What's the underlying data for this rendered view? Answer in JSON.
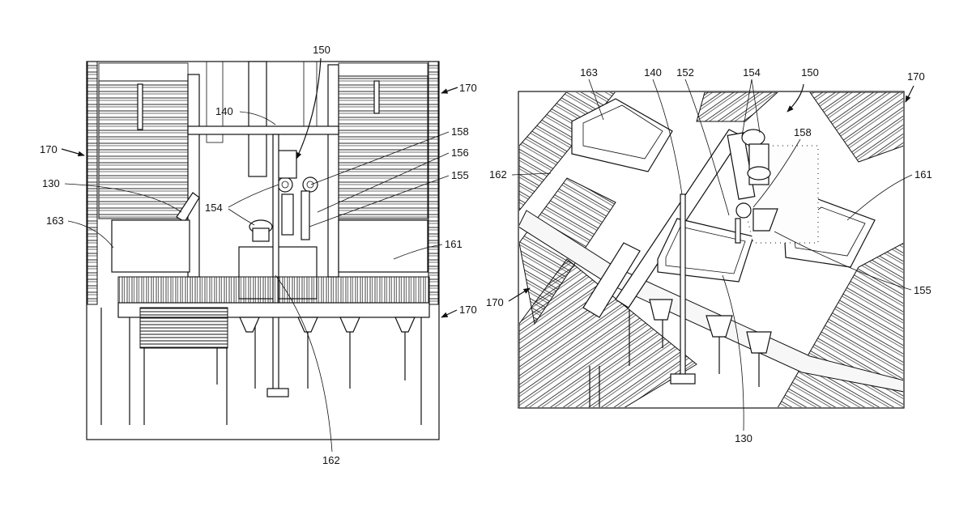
{
  "figure_left": {
    "labels": {
      "l150": "150",
      "l170a": "170",
      "l140": "140",
      "l158": "158",
      "l156": "156",
      "l155": "155",
      "l170b": "170",
      "l130": "130",
      "l154": "154",
      "l163": "163",
      "l161": "161",
      "l170c": "170",
      "l162": "162"
    }
  },
  "figure_right": {
    "labels": {
      "l163": "163",
      "l140": "140",
      "l152": "152",
      "l154": "154",
      "l150": "150",
      "l170a": "170",
      "l158": "158",
      "l162": "162",
      "l161": "161",
      "l170b": "170",
      "l155": "155",
      "l130": "130"
    }
  }
}
